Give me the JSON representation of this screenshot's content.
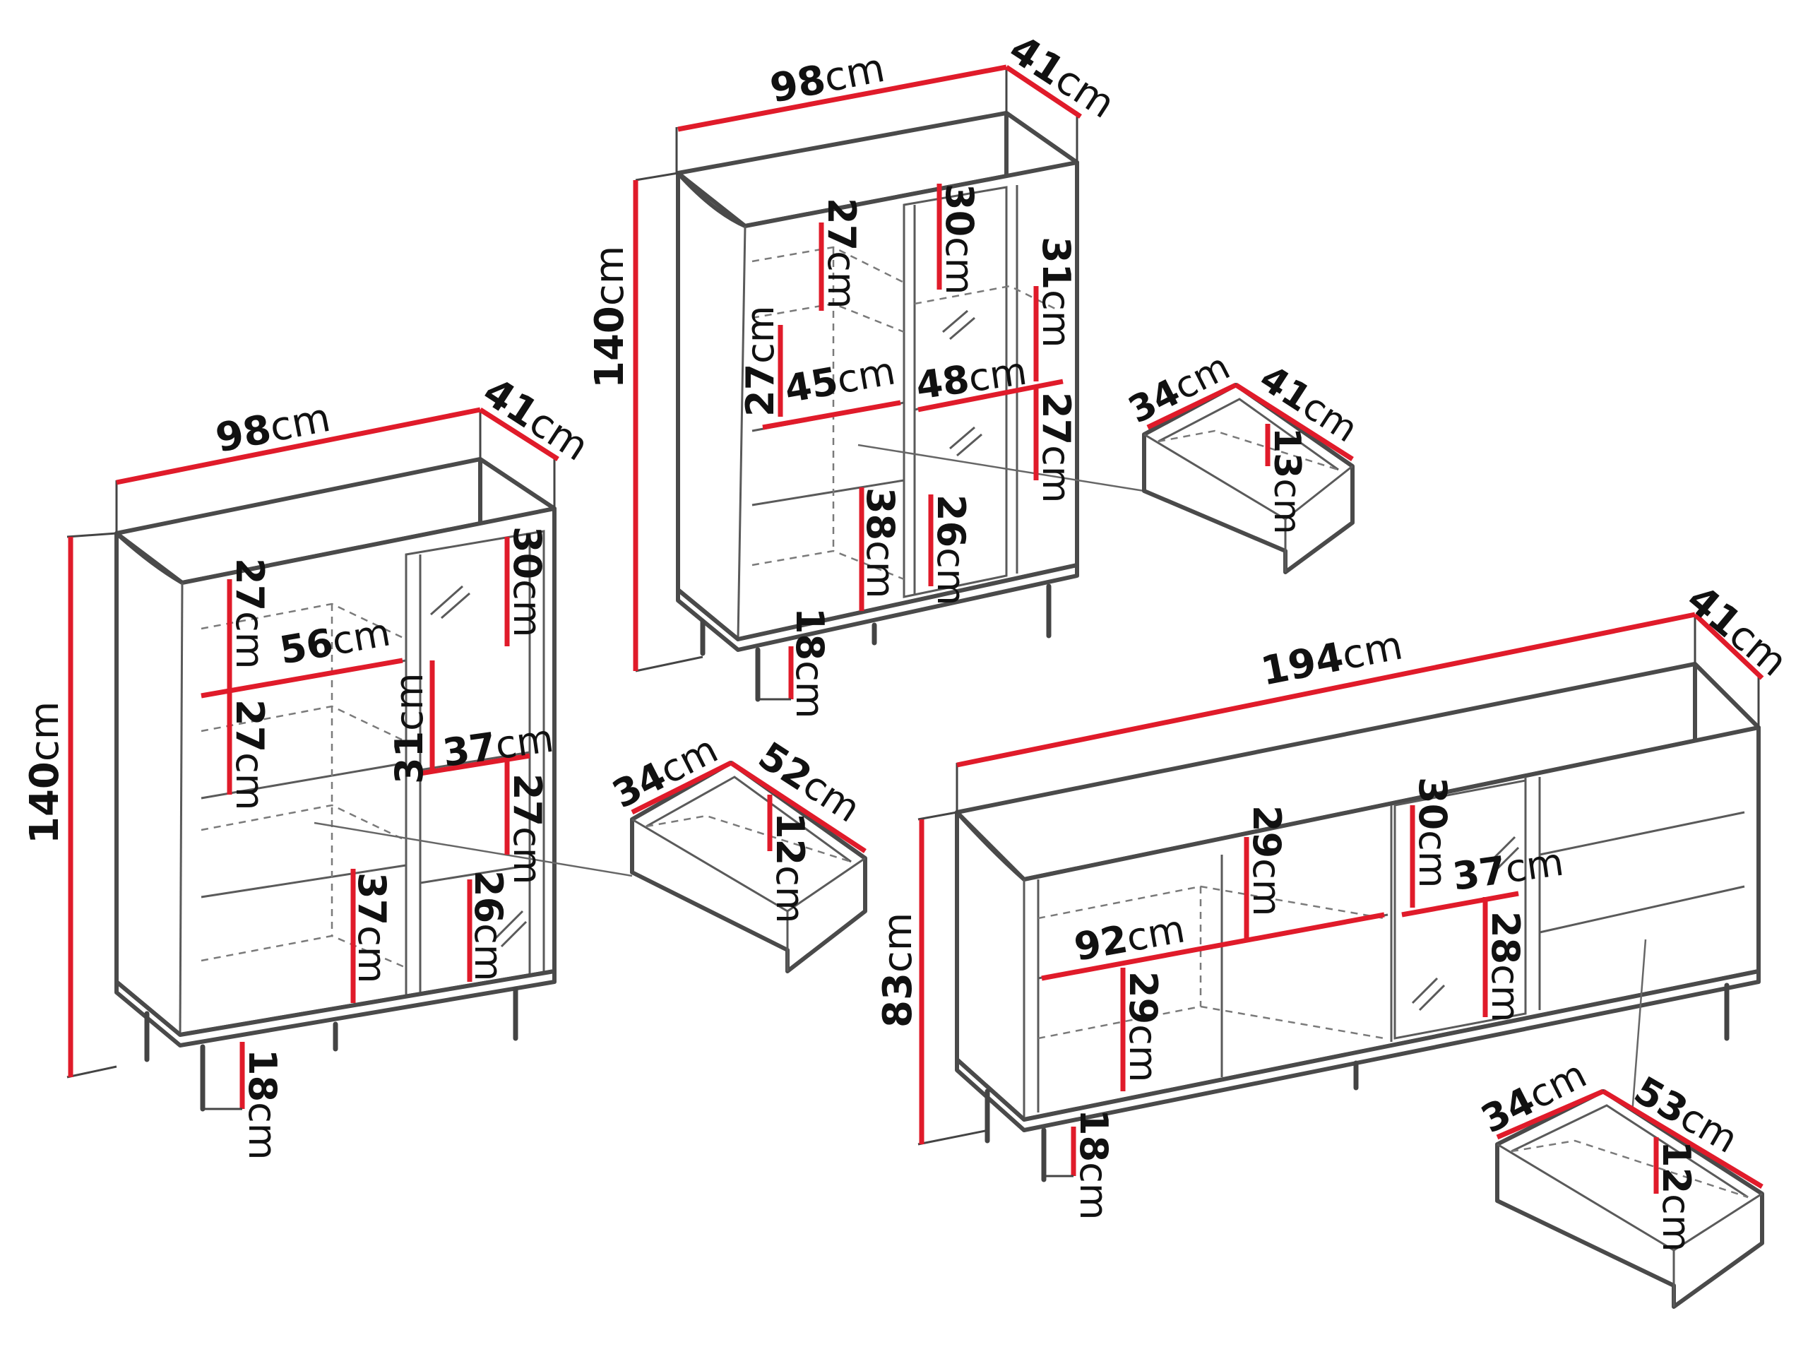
{
  "colors": {
    "dimension_line": "#e01b2a",
    "outline": "#4a4a4a",
    "background": "#ffffff"
  },
  "unit": "cm",
  "cabinet_left": {
    "width": "98",
    "depth": "41",
    "height": "140",
    "shelf_width_left": "56",
    "shelf_width_right": "37",
    "shelf_height_top": "27",
    "shelf_height_mid": "27",
    "bottom_compartment": "37",
    "right_top": "30",
    "right_divider": "31",
    "right_mid": "27",
    "right_bottom": "26",
    "leg_height": "18",
    "drawer": {
      "depth": "34",
      "width": "52",
      "height": "12"
    }
  },
  "cabinet_top": {
    "width": "98",
    "depth": "41",
    "height": "140",
    "shelf_width_left": "45",
    "shelf_width_right": "48",
    "left_top": "27",
    "left_mid": "27",
    "left_bottom": "38",
    "mid_top": "30",
    "mid_bottom": "26",
    "right_top": "31",
    "right_mid": "27",
    "leg_height": "18",
    "drawer": {
      "depth": "34",
      "width": "41",
      "height": "13"
    }
  },
  "sideboard": {
    "width": "194",
    "depth": "41",
    "height": "83",
    "shelf_width_left": "92",
    "shelf_width_mid": "37",
    "left_top": "29",
    "left_bottom": "29",
    "mid_top": "30",
    "mid_bottom": "28",
    "leg_height": "18",
    "drawer": {
      "depth": "34",
      "width": "53",
      "height": "12"
    }
  }
}
